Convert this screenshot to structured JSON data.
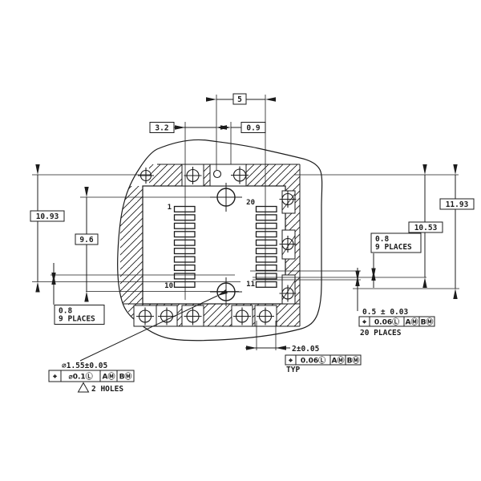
{
  "colors": {
    "ink": "#1c1c1c",
    "background": "#ffffff"
  },
  "labels": {
    "dim_top_span": "5",
    "dim_top_left": "3.2",
    "dim_top_right": "0.9",
    "dim_left_outer": "10.93",
    "dim_left_inner": "9.6",
    "dim_right_outer": "11.93",
    "dim_right_inner": "10.53",
    "left_pitch_value": "0.8",
    "left_pitch_note": "9 PLACES",
    "right_pitch_value": "0.8",
    "right_pitch_note": "9 PLACES",
    "pad_dim": "0.5 ± 0.03",
    "pad_note": "20 PLACES",
    "pitch_dim": "2±0.05",
    "pitch_note": "TYP",
    "hole_dim": "⌀1.55±0.05",
    "hole_note": "2 HOLES"
  },
  "fcf_pad": {
    "sym": "⌖",
    "tol": "0.06Ⓛ",
    "datum1": "AⓂ",
    "datum2": "BⓂ"
  },
  "fcf_pitch": {
    "sym": "⌖",
    "tol": "0.06Ⓛ",
    "datum1": "AⓂ",
    "datum2": "BⓂ"
  },
  "fcf_hole": {
    "sym": "⌖",
    "tol": "⌀0.1Ⓛ",
    "datum1": "AⓂ",
    "datum2": "BⓂ"
  },
  "pins": {
    "p1": "1",
    "p10": "10",
    "p11": "11",
    "p20": "20"
  }
}
